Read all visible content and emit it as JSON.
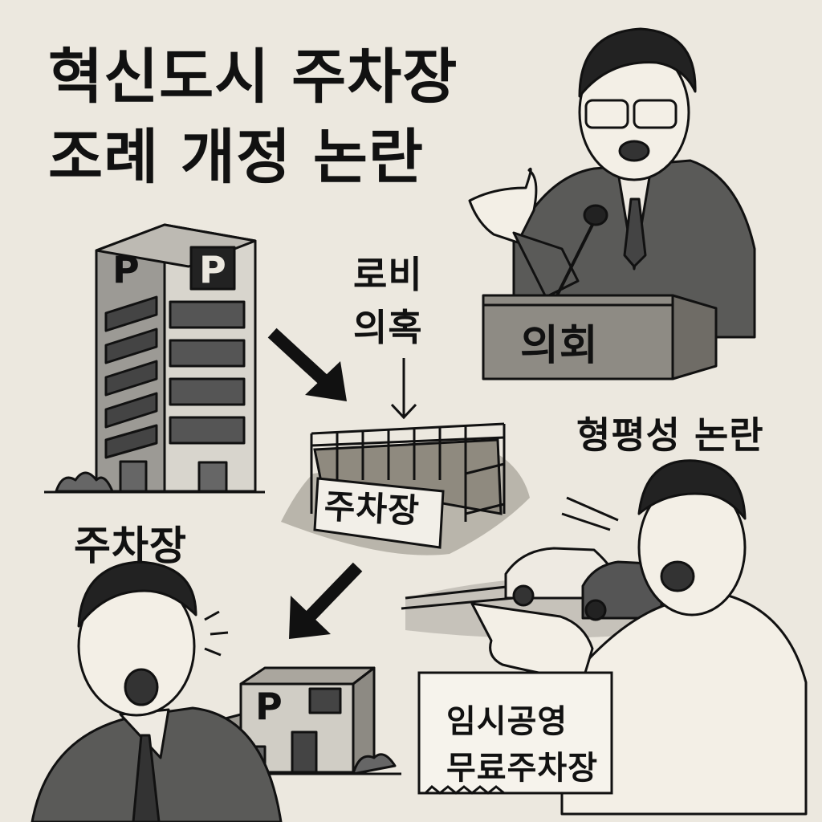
{
  "title": {
    "line1": "혁신도시 주차장",
    "line2": "조례 개정 논란"
  },
  "labels": {
    "lobby_line1": "로비",
    "lobby_line2": "의혹",
    "equity_controversy": "형평성 논란",
    "parking_left": "주차장",
    "podium": "의회",
    "fence_sign": "주차장",
    "sign_line1": "임시공영",
    "sign_line2": "무료주차장",
    "building_big_p1": "P",
    "building_big_p2": "P",
    "building_small_p": "P"
  },
  "palette": {
    "background": "#ece8df",
    "ink": "#111111",
    "gray_mid": "#7a7a78",
    "gray_dark": "#4a4a48",
    "gray_light": "#c9c6bf"
  }
}
